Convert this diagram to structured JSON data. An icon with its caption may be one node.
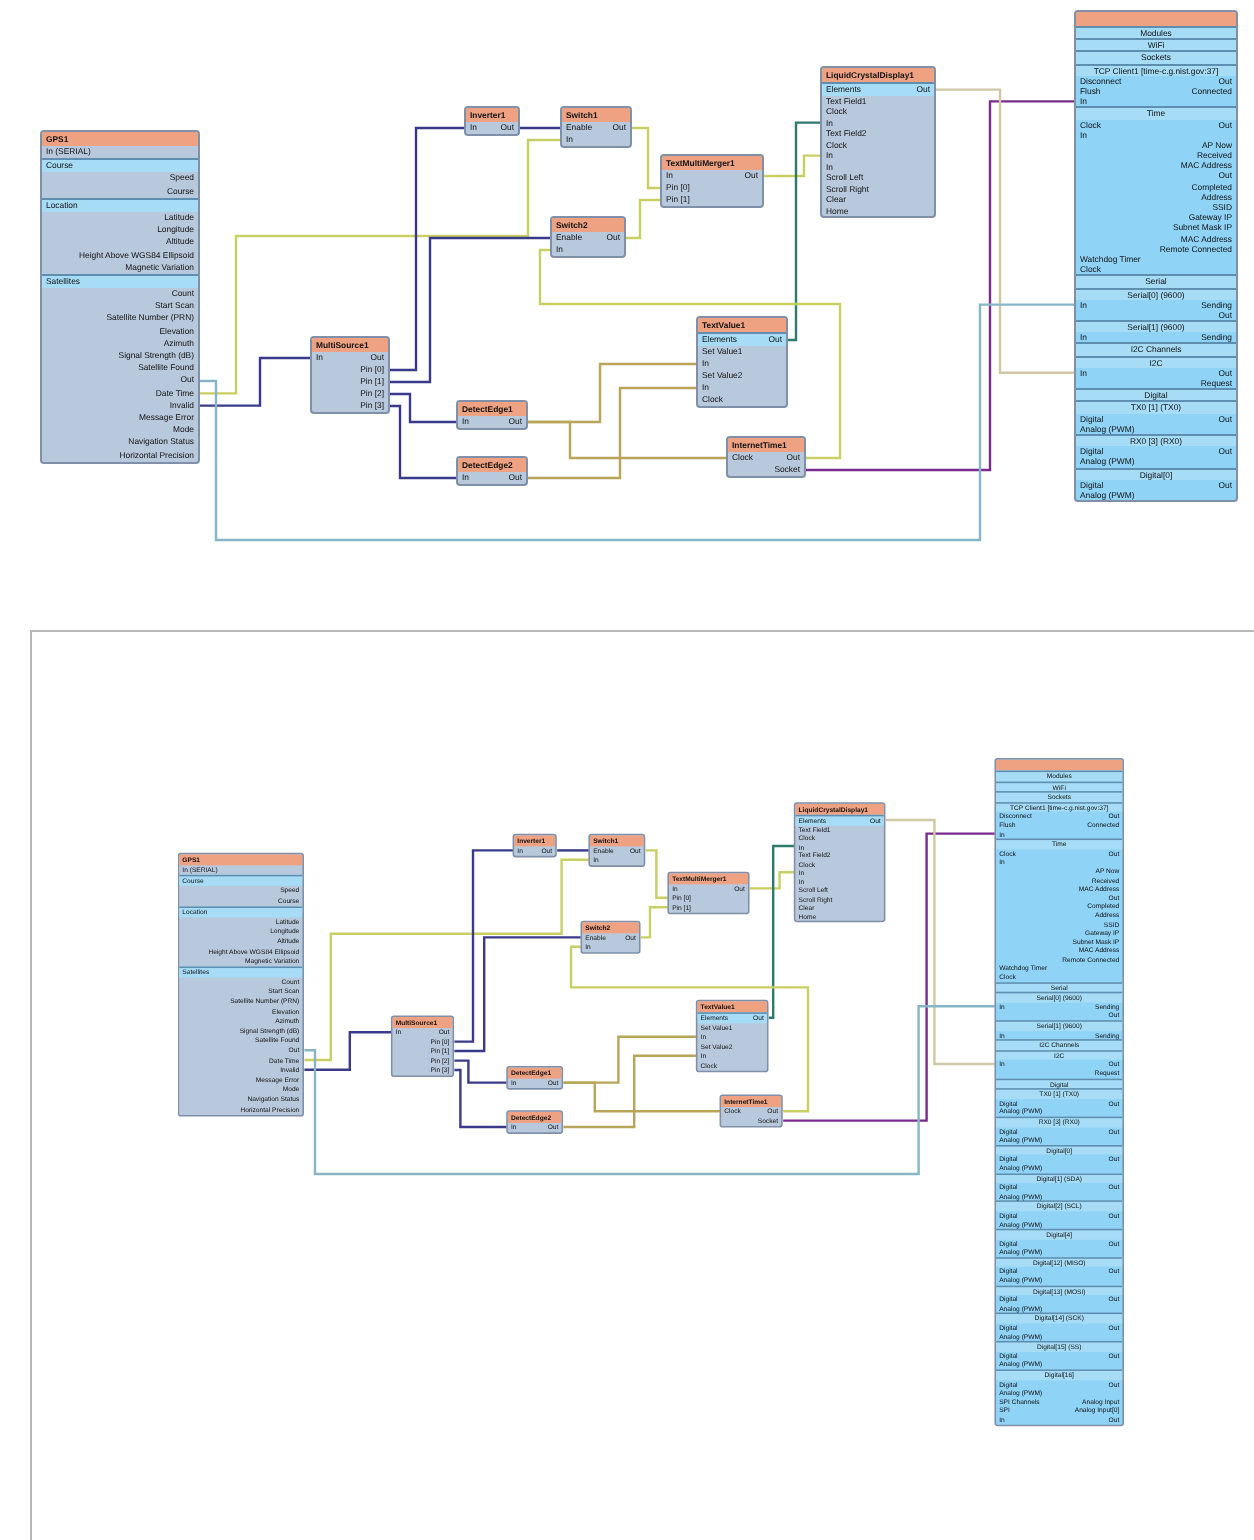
{
  "diagram": {
    "nodes": [
      {
        "text": [
          "GPS1",
          "In (SERIAL)",
          "Course",
          "Speed",
          "Course",
          "Location",
          "Latitude",
          "Longitude",
          "Altitude",
          "Height Above WGS84 Ellipsoid",
          "Magnetic Variation",
          "Satellites",
          "Count",
          "Start Scan",
          "Satellite Number (PRN)",
          "Elevation",
          "Azimuth",
          "Signal Strength (dB)",
          "Satellite Found",
          "Out",
          "Date Time",
          "Invalid",
          "Message Error",
          "Mode",
          "Navigation Status",
          "Horizontal Precision"
        ]
      },
      {
        "text": [
          "MultiSource1",
          "In",
          "Out",
          "Pin [0]",
          "Pin [1]",
          "Pin [2]",
          "Pin [3]"
        ]
      },
      {
        "text": [
          "Inverter1",
          "In",
          "Out"
        ]
      },
      {
        "text": [
          "Switch1",
          "Enable",
          "Out",
          "In"
        ]
      },
      {
        "text": [
          "Switch2",
          "Enable",
          "Out",
          "In"
        ]
      },
      {
        "text": [
          "TextMultiMerger1",
          "In",
          "Out",
          "Pin [0]",
          "Pin [1]"
        ]
      },
      {
        "text": [
          "LiquidCrystalDisplay1",
          "Elements",
          "Out",
          "Text Field1",
          "Clock",
          "In",
          "Text Field2",
          "Clock",
          "In",
          "In",
          "Scroll Left",
          "Scroll Right",
          "Clear",
          "Home"
        ]
      },
      {
        "text": [
          "TextValue1",
          "Elements",
          "Out",
          "Set Value1",
          "In",
          "Set Value2",
          "In",
          "Clock"
        ]
      },
      {
        "text": [
          "DetectEdge1",
          "In",
          "Out"
        ]
      },
      {
        "text": [
          "DetectEdge2",
          "In",
          "Out"
        ]
      },
      {
        "text": [
          "InternetTime1",
          "Clock",
          "Out",
          "Socket"
        ]
      },
      {
        "text": [
          "Modules",
          "WiFi",
          "Sockets",
          "TCP Client1 [time-c.g.nist.gov:37]",
          "Disconnect",
          "Out",
          "Flush",
          "Connected",
          "In",
          "Time",
          "Clock",
          "Out",
          "In",
          "AP Now",
          "Received",
          "MAC Address",
          "Out",
          "Completed",
          "Address",
          "SSID",
          "Gateway IP",
          "Subnet Mask IP",
          "MAC Address",
          "Remote Connected",
          "Watchdog Timer",
          "Clock",
          "Serial",
          "Serial[0] (9600)",
          "In",
          "Sending",
          "Out",
          "Serial[1] (9600)",
          "In",
          "Sending",
          "I2C Channels",
          "I2C",
          "In",
          "Out",
          "Request",
          "Digital",
          "TX0 [1] (TX0)",
          "Digital",
          "Out",
          "Analog (PWM)",
          "RX0 [3] (RX0)",
          "Digital",
          "Out",
          "Analog (PWM)",
          "Digital[0]",
          "Digital",
          "Out",
          "Analog (PWM)"
        ]
      },
      {
        "text": [],
        "shape": "box"
      },
      {
        "text": [
          "GPS1",
          "In (SERIAL)",
          "Course",
          "Speed",
          "Course",
          "Location",
          "Latitude",
          "Longitude",
          "Altitude",
          "Height Above WGS84 Ellipsoid",
          "Magnetic Variation",
          "Satellites",
          "Count",
          "Start Scan",
          "Satellite Number (PRN)",
          "Elevation",
          "Azimuth",
          "Signal Strength (dB)",
          "Satellite Found",
          "Out",
          "Date Time",
          "Invalid",
          "Message Error",
          "Mode",
          "Navigation Status",
          "Horizontal Precision"
        ],
        "in": 12
      },
      {
        "text": [
          "MultiSource1",
          "In",
          "Out",
          "Pin [0]",
          "Pin [1]",
          "Pin [2]",
          "Pin [3]"
        ],
        "in": 12
      },
      {
        "text": [
          "Inverter1",
          "In",
          "Out"
        ],
        "in": 12
      },
      {
        "text": [
          "Switch1",
          "Enable",
          "Out",
          "In"
        ],
        "in": 12
      },
      {
        "text": [
          "Switch2",
          "Enable",
          "Out",
          "In"
        ],
        "in": 12
      },
      {
        "text": [
          "TextMultiMerger1",
          "In",
          "Out",
          "Pin [0]",
          "Pin [1]"
        ],
        "in": 12
      },
      {
        "text": [
          "LiquidCrystalDisplay1",
          "Elements",
          "Out",
          "Text Field1",
          "Clock",
          "In",
          "Text Field2",
          "Clock",
          "In",
          "In",
          "Scroll Left",
          "Scroll Right",
          "Clear",
          "Home"
        ],
        "in": 12
      },
      {
        "text": [
          "TextValue1",
          "Elements",
          "Out",
          "Set Value1",
          "In",
          "Set Value2",
          "In",
          "Clock"
        ],
        "in": 12
      },
      {
        "text": [
          "DetectEdge1",
          "In",
          "Out"
        ],
        "in": 12
      },
      {
        "text": [
          "DetectEdge2",
          "In",
          "Out"
        ],
        "in": 12
      },
      {
        "text": [
          "InternetTime1",
          "Clock",
          "Out",
          "Socket"
        ],
        "in": 12
      },
      {
        "text": [
          "Modules",
          "WiFi",
          "Sockets",
          "TCP Client1 [time-c.g.nist.gov:37]",
          "Disconnect",
          "Out",
          "Flush",
          "Connected",
          "In",
          "Time",
          "Clock",
          "Out",
          "In",
          "AP Now",
          "Received",
          "MAC Address",
          "Out",
          "Completed",
          "Address",
          "SSID",
          "Gateway IP",
          "Subnet Mask IP",
          "MAC Address",
          "Remote Connected",
          "Watchdog Timer",
          "Clock",
          "Serial",
          "Serial[0] (9600)",
          "In",
          "Sending",
          "Out",
          "Serial[1] (9600)",
          "In",
          "Sending",
          "I2C Channels",
          "I2C",
          "In",
          "Out",
          "Request",
          "Digital",
          "TX0 [1] (TX0)",
          "Digital",
          "Out",
          "Analog (PWM)",
          "RX0 [3] (RX0)",
          "Digital",
          "Out",
          "Analog (PWM)",
          "Digital[0]",
          "Digital",
          "Out",
          "Analog (PWM)",
          "Digital[1] (SDA)",
          "Digital",
          "Out",
          "Analog (PWM)",
          "Digital[2] (SCL)",
          "Digital",
          "Out",
          "Analog (PWM)",
          "Digital[4]",
          "Digital",
          "Out",
          "Analog (PWM)",
          "Digital[12] (MISO)",
          "Digital",
          "Out",
          "Analog (PWM)",
          "Digital[13] (MOSI)",
          "Digital",
          "Out",
          "Analog (PWM)",
          "Digital[14] (SCK)",
          "Digital",
          "Out",
          "Analog (PWM)",
          "Digital[15] (SS)",
          "Digital",
          "Out",
          "Analog (PWM)",
          "Digital[16]",
          "Digital",
          "Out",
          "Analog (PWM)",
          "SPI Channels",
          "Analog Input",
          "SPI",
          "Analog Input[0]",
          "In",
          "Out"
        ],
        "in": 12
      }
    ],
    "edges": [
      {
        "from": 0,
        "to": 3,
        "arrow": "none",
        "color": "#c9cf62"
      },
      {
        "from": 0,
        "to": 1,
        "arrow": "none"
      },
      {
        "from": 1,
        "to": 2,
        "arrow": "none"
      },
      {
        "from": 2,
        "to": 3,
        "arrow": "none"
      },
      {
        "from": 1,
        "to": 4,
        "arrow": "none"
      },
      {
        "from": 1,
        "to": 8,
        "arrow": "none"
      },
      {
        "from": 1,
        "to": 9,
        "arrow": "none"
      },
      {
        "from": 3,
        "to": 5,
        "arrow": "none",
        "color": "#c9cf62"
      },
      {
        "from": 4,
        "to": 5,
        "arrow": "none",
        "color": "#c9cf62"
      },
      {
        "from": 5,
        "to": 6,
        "arrow": "none",
        "color": "#c9cf62"
      },
      {
        "from": 7,
        "to": 6,
        "arrow": "none",
        "color": "#2e7b6c"
      },
      {
        "from": 8,
        "to": 7,
        "arrow": "none",
        "color": "#b9a55a"
      },
      {
        "from": 9,
        "to": 7,
        "arrow": "none",
        "color": "#b9a55a"
      },
      {
        "from": 8,
        "to": 10,
        "arrow": "none",
        "color": "#b9a55a"
      },
      {
        "from": 10,
        "to": 4,
        "arrow": "none",
        "color": "#c9cf62"
      },
      {
        "from": 10,
        "to": 11,
        "arrow": "none",
        "color": "#7a2c8e"
      },
      {
        "from": 6,
        "to": 11,
        "arrow": "none",
        "color": "#cfc7a6"
      },
      {
        "from": 0,
        "to": 11,
        "arrow": "none",
        "color": "#86b6c6"
      },
      {
        "from": 13,
        "to": 16,
        "arrow": "none",
        "color": "#c9cf62"
      },
      {
        "from": 13,
        "to": 14,
        "arrow": "none"
      },
      {
        "from": 14,
        "to": 15,
        "arrow": "none"
      },
      {
        "from": 15,
        "to": 16,
        "arrow": "none"
      },
      {
        "from": 14,
        "to": 17,
        "arrow": "none"
      },
      {
        "from": 14,
        "to": 21,
        "arrow": "none"
      },
      {
        "from": 14,
        "to": 22,
        "arrow": "none"
      },
      {
        "from": 16,
        "to": 18,
        "arrow": "none",
        "color": "#c9cf62"
      },
      {
        "from": 17,
        "to": 18,
        "arrow": "none",
        "color": "#c9cf62"
      },
      {
        "from": 18,
        "to": 19,
        "arrow": "none",
        "color": "#c9cf62"
      },
      {
        "from": 20,
        "to": 19,
        "arrow": "none",
        "color": "#2e7b6c"
      },
      {
        "from": 21,
        "to": 20,
        "arrow": "none",
        "color": "#b9a55a"
      },
      {
        "from": 22,
        "to": 20,
        "arrow": "none",
        "color": "#b9a55a"
      },
      {
        "from": 21,
        "to": 23,
        "arrow": "none",
        "color": "#b9a55a"
      },
      {
        "from": 23,
        "to": 17,
        "arrow": "none",
        "color": "#c9cf62"
      },
      {
        "from": 23,
        "to": 24,
        "arrow": "none",
        "color": "#7a2c8e"
      },
      {
        "from": 19,
        "to": 24,
        "arrow": "none",
        "color": "#cfc7a6"
      },
      {
        "from": 13,
        "to": 24,
        "arrow": "none",
        "color": "#86b6c6"
      }
    ]
  }
}
